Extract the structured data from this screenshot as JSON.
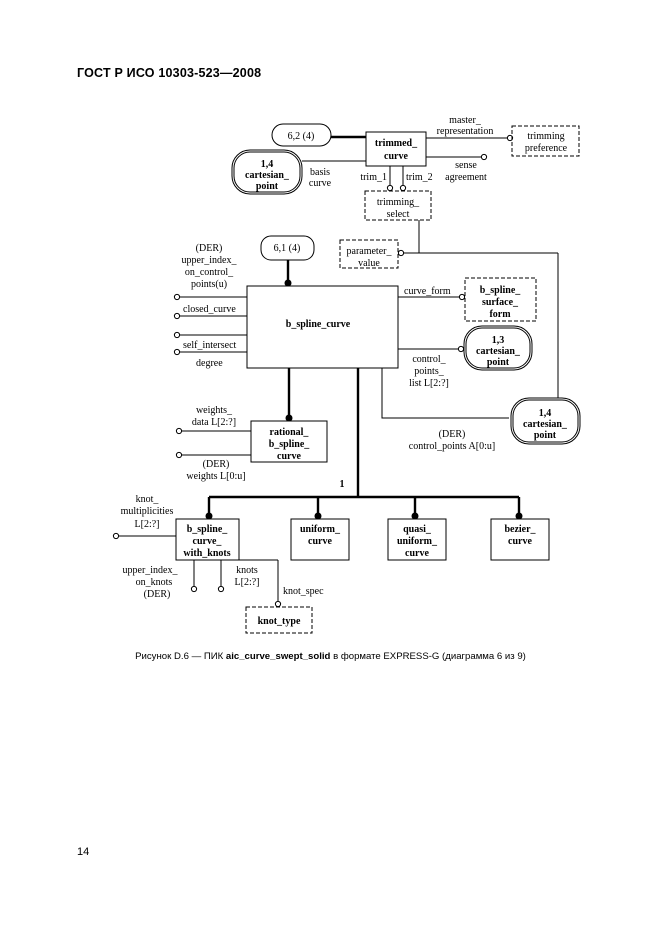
{
  "header": {
    "doc_id": "ГОСТ Р ИСО 10303-523—2008"
  },
  "page_number": "14",
  "caption": {
    "prefix": "Рисунок D.6 — ПИК ",
    "entity": "aic_curve_swept_solid",
    "suffix": " в формате EXPRESS-G (диаграмма 6 из 9)"
  },
  "diagram": {
    "refs": {
      "ref_6_2": "6,2 (4)",
      "ref_6_1": "6,1 (4)",
      "cp_a_1": "1,4",
      "cp_a_2": "cartesian_",
      "cp_a_3": "point",
      "cp_b_1": "1,3",
      "cp_b_2": "cartesian_",
      "cp_b_3": "point",
      "cp_c_1": "1,4",
      "cp_c_2": "cartesian_",
      "cp_c_3": "point"
    },
    "entities": {
      "trimmed_1": "trimmed_",
      "trimmed_2": "curve",
      "b_spline_curve": "b_spline_curve",
      "rational_1": "rational_",
      "rational_2": "b_spline_",
      "rational_3": "curve",
      "bswk_1": "b_spline_",
      "bswk_2": "curve_",
      "bswk_3": "with_knots",
      "uniform_1": "uniform_",
      "uniform_2": "curve",
      "quasi_1": "quasi_",
      "quasi_2": "uniform_",
      "quasi_3": "curve",
      "bezier_1": "bezier_",
      "bezier_2": "curve"
    },
    "types": {
      "trim_pref_1": "trimming",
      "trim_pref_2": "preference",
      "trim_sel_1": "trimming_",
      "trim_sel_2": "select",
      "param_1": "parameter_",
      "param_2": "value",
      "surf_form_1": "b_spline_",
      "surf_form_2": "surface_",
      "surf_form_3": "form",
      "knot_type": "knot_type"
    },
    "attributes": {
      "master_1": "master_",
      "master_2": "representation",
      "sense_1": "sense",
      "sense_2": "agreement",
      "basis_1": "basis",
      "basis_2": "curve",
      "trim_1": "trim_1",
      "trim_2": "trim_2",
      "upper_der": "(DER)",
      "upper_1": "upper_index_",
      "upper_2": "on_control_",
      "upper_3": "points(u)",
      "closed_curve": "closed_curve",
      "self_intersect": "self_intersect",
      "degree": "degree",
      "curve_form": "curve_form",
      "ctrl_1": "control_",
      "ctrl_2": "points_",
      "ctrl_3": "list L[2:?]",
      "ctrl_der": "(DER)",
      "ctrl_arr": "control_points A[0:u]",
      "weights_1": "weights_",
      "weights_2": "data L[2:?]",
      "weights_der": "(DER)",
      "weights_3": "weights L[0:u]",
      "mult_1": "knot_",
      "mult_2": "multiplicities",
      "mult_3": "L[2:?]",
      "uik_1": "upper_index_",
      "uik_2": "on_knots",
      "uik_3": "(DER)",
      "knots_1": "knots",
      "knots_2": "L[2:?]",
      "knot_spec": "knot_spec",
      "supertype_one": "1"
    }
  }
}
